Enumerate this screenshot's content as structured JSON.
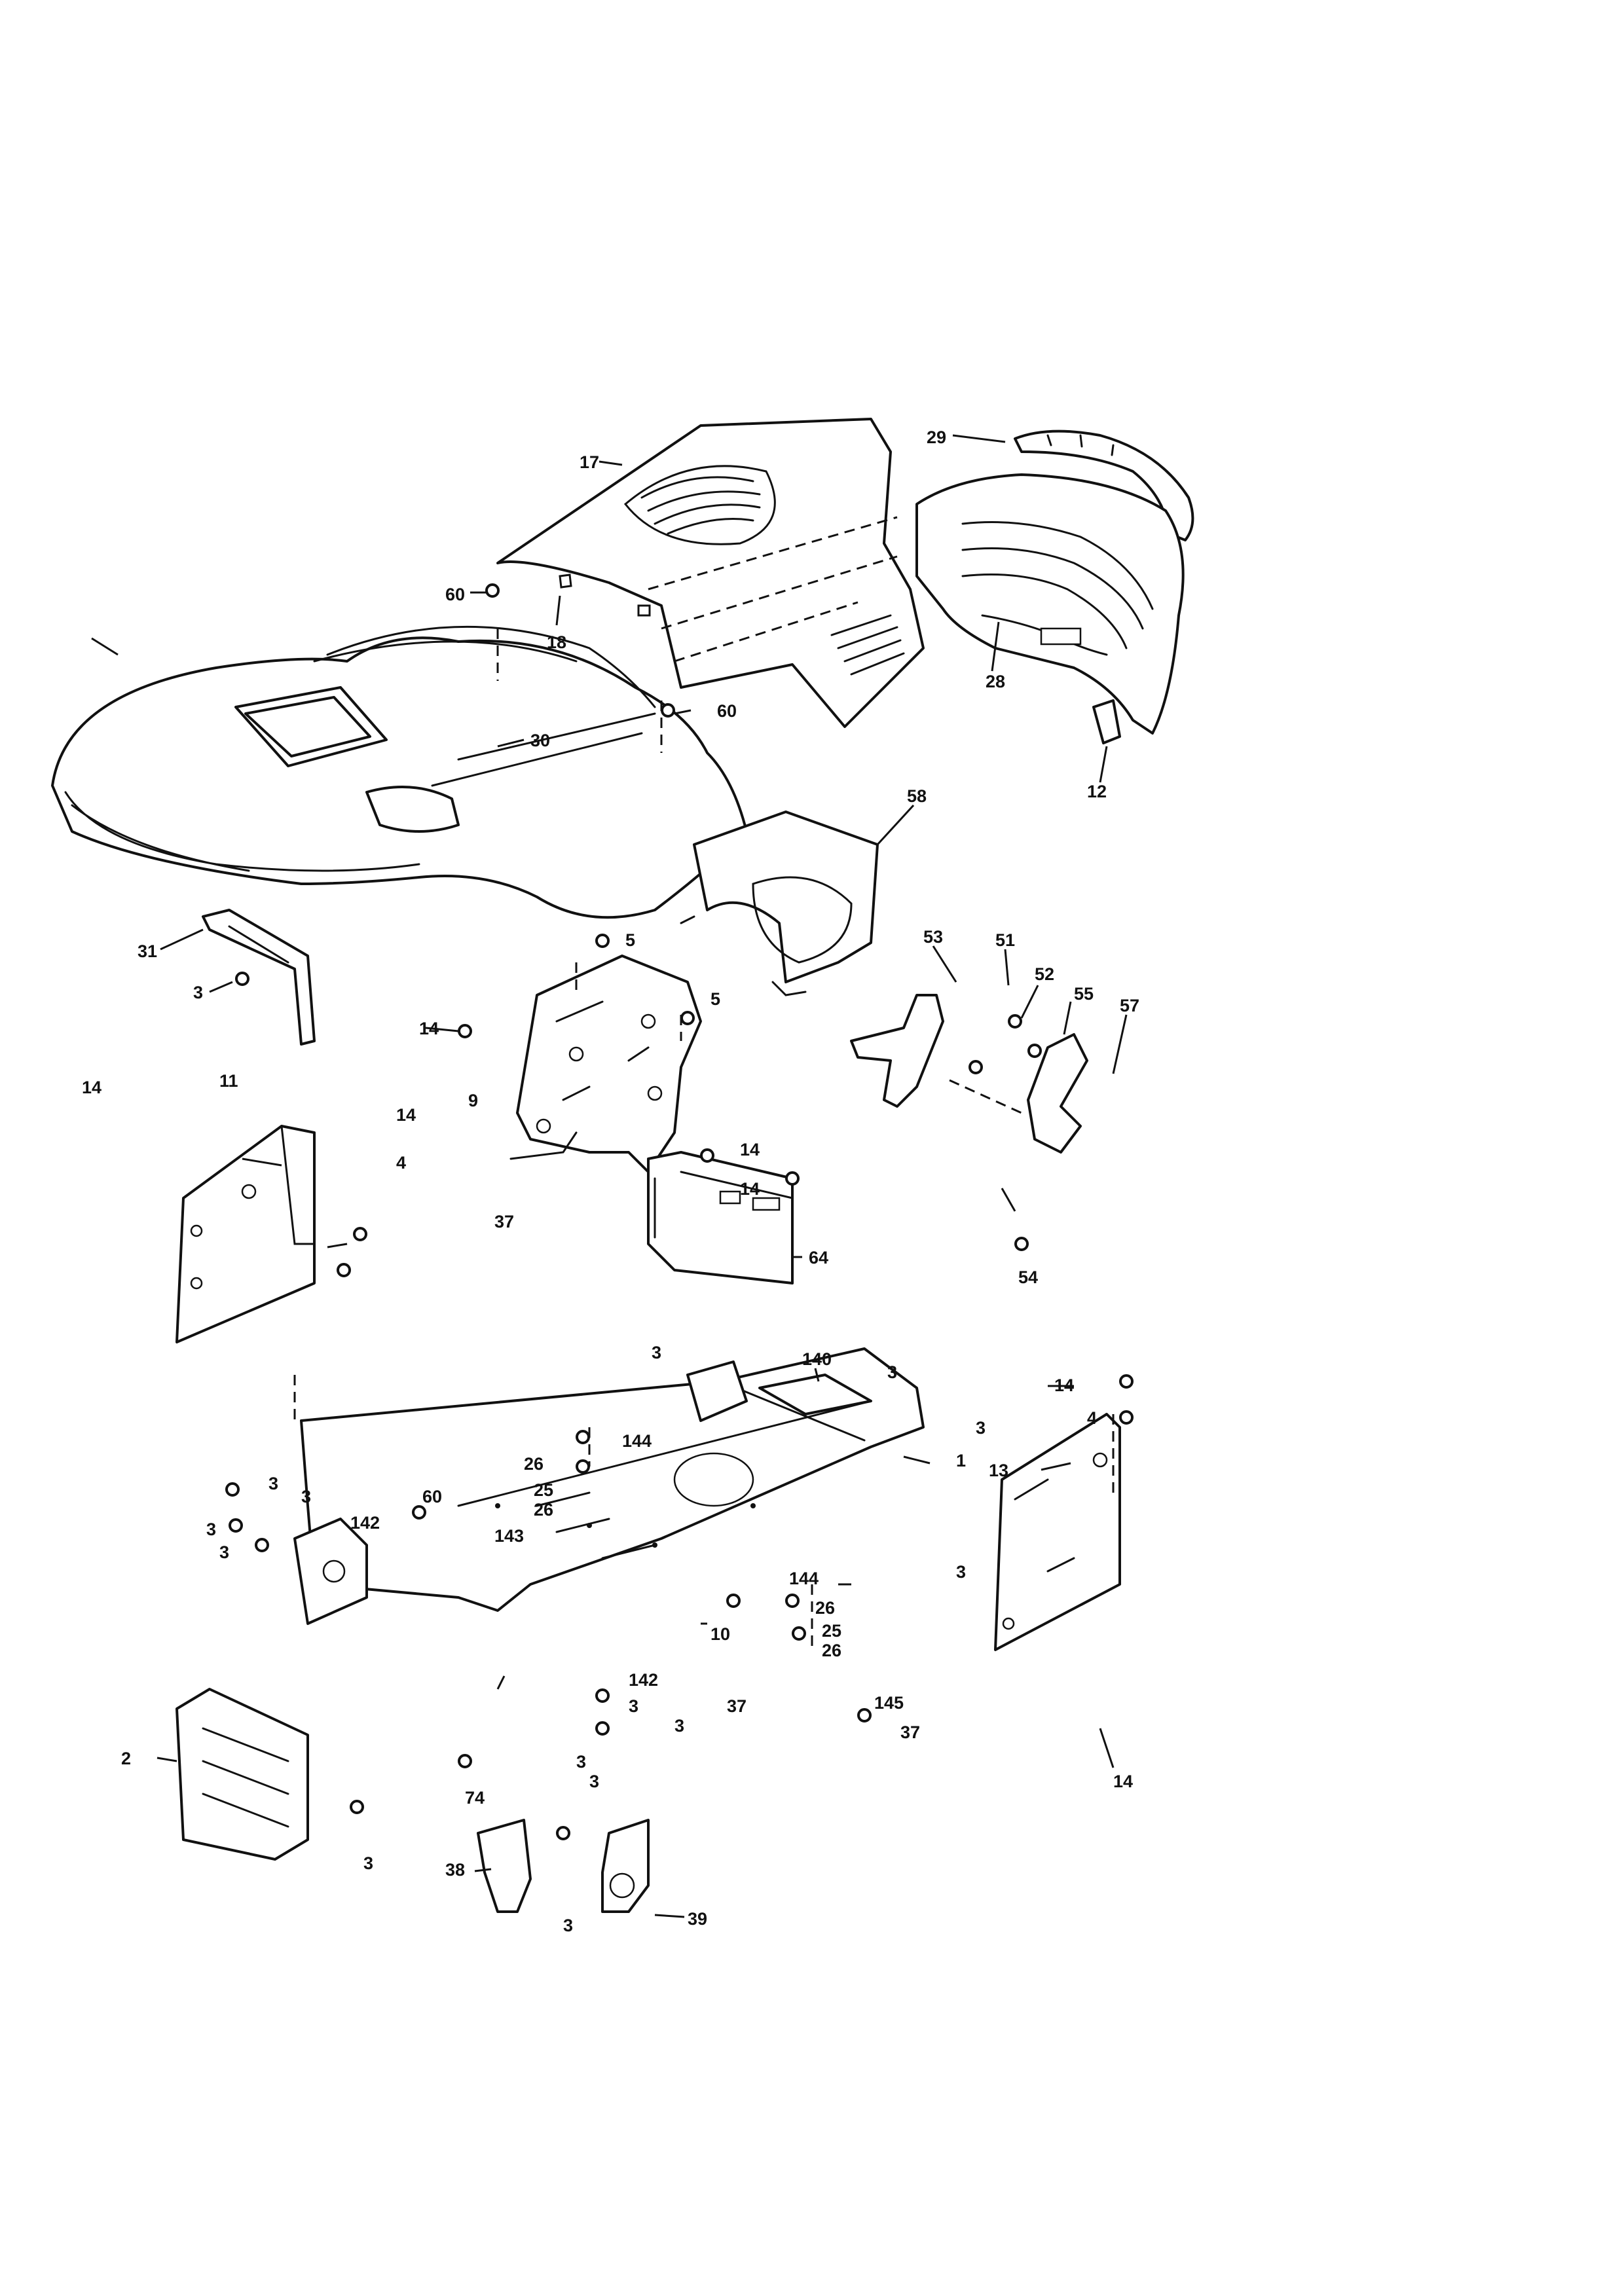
{
  "callouts": [
    {
      "id": "c17",
      "label": "17"
    },
    {
      "id": "c29",
      "label": "29"
    },
    {
      "id": "c60a",
      "label": "60"
    },
    {
      "id": "c18",
      "label": "18"
    },
    {
      "id": "c28",
      "label": "28"
    },
    {
      "id": "c60b",
      "label": "60"
    },
    {
      "id": "c30",
      "label": "30"
    },
    {
      "id": "c12",
      "label": "12"
    },
    {
      "id": "c58",
      "label": "58"
    },
    {
      "id": "c31",
      "label": "31"
    },
    {
      "id": "c3a",
      "label": "3"
    },
    {
      "id": "c5a",
      "label": "5"
    },
    {
      "id": "c5b",
      "label": "5"
    },
    {
      "id": "c53",
      "label": "53"
    },
    {
      "id": "c51",
      "label": "51"
    },
    {
      "id": "c52",
      "label": "52"
    },
    {
      "id": "c55",
      "label": "55"
    },
    {
      "id": "c57",
      "label": "57"
    },
    {
      "id": "c14a",
      "label": "14"
    },
    {
      "id": "c9",
      "label": "9"
    },
    {
      "id": "c14b",
      "label": "14"
    },
    {
      "id": "c11",
      "label": "11"
    },
    {
      "id": "c14c",
      "label": "14"
    },
    {
      "id": "c4a",
      "label": "4"
    },
    {
      "id": "c14d",
      "label": "14"
    },
    {
      "id": "c14e",
      "label": "14"
    },
    {
      "id": "c37a",
      "label": "37"
    },
    {
      "id": "c54",
      "label": "54"
    },
    {
      "id": "c64",
      "label": "64"
    },
    {
      "id": "c3b",
      "label": "3"
    },
    {
      "id": "c140",
      "label": "140"
    },
    {
      "id": "c3c",
      "label": "3"
    },
    {
      "id": "c3d",
      "label": "3"
    },
    {
      "id": "c14f",
      "label": "14"
    },
    {
      "id": "c4b",
      "label": "4"
    },
    {
      "id": "c144a",
      "label": "144"
    },
    {
      "id": "c26a",
      "label": "26"
    },
    {
      "id": "c1",
      "label": "1"
    },
    {
      "id": "c13",
      "label": "13"
    },
    {
      "id": "c25a",
      "label": "25"
    },
    {
      "id": "c26b",
      "label": "26"
    },
    {
      "id": "c3e",
      "label": "3"
    },
    {
      "id": "c3f",
      "label": "3"
    },
    {
      "id": "c60c",
      "label": "60"
    },
    {
      "id": "c142a",
      "label": "142"
    },
    {
      "id": "c3g",
      "label": "3"
    },
    {
      "id": "c143",
      "label": "143"
    },
    {
      "id": "c3h",
      "label": "3"
    },
    {
      "id": "c3i",
      "label": "3"
    },
    {
      "id": "c144b",
      "label": "144"
    },
    {
      "id": "c26c",
      "label": "26"
    },
    {
      "id": "c10",
      "label": "10"
    },
    {
      "id": "c25b",
      "label": "25"
    },
    {
      "id": "c26d",
      "label": "26"
    },
    {
      "id": "c142b",
      "label": "142"
    },
    {
      "id": "c3j",
      "label": "3"
    },
    {
      "id": "c37b",
      "label": "37"
    },
    {
      "id": "c145",
      "label": "145"
    },
    {
      "id": "c3k",
      "label": "3"
    },
    {
      "id": "c37c",
      "label": "37"
    },
    {
      "id": "c2",
      "label": "2"
    },
    {
      "id": "c3l",
      "label": "3"
    },
    {
      "id": "c3m",
      "label": "3"
    },
    {
      "id": "c74",
      "label": "74"
    },
    {
      "id": "c14g",
      "label": "14"
    },
    {
      "id": "c3n",
      "label": "3"
    },
    {
      "id": "c38",
      "label": "38"
    },
    {
      "id": "c3o",
      "label": "3"
    },
    {
      "id": "c39",
      "label": "39"
    }
  ]
}
